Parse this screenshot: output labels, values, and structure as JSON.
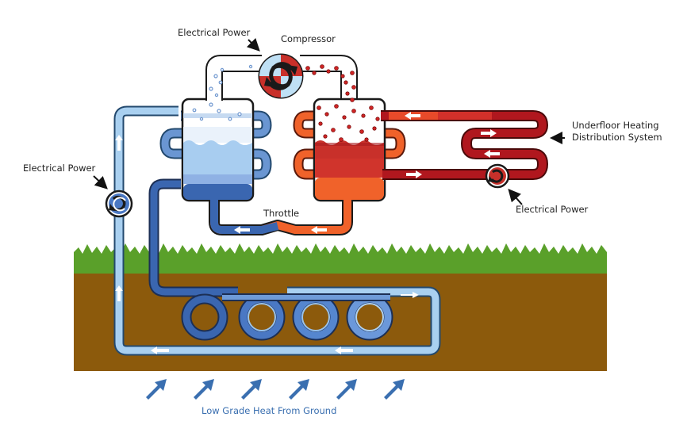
{
  "labels": {
    "compressor": "Compressor",
    "electrical_power_top": "Electrical Power",
    "electrical_power_left": "Electrical Power",
    "electrical_power_right": "Electrical Power",
    "throttle": "Throttle",
    "underfloor_line1": "Underfloor Heating",
    "underfloor_line2": "Distribution System",
    "ground_heat": "Low Grade Heat From Ground"
  },
  "colors": {
    "soil": "#8c5a0c",
    "grass": "#5aa02a",
    "cold_pipe": "#3a66b0",
    "light_pipe": "#a9d0f0",
    "hot_pipe": "#b0171e",
    "warm_pipe": "#f0622a",
    "ground_heat_text": "#3a6fb0"
  },
  "icons": [
    "compressor-pump-icon",
    "circulation-pump-icon",
    "arrow-icon",
    "heat-arrow-icon"
  ]
}
